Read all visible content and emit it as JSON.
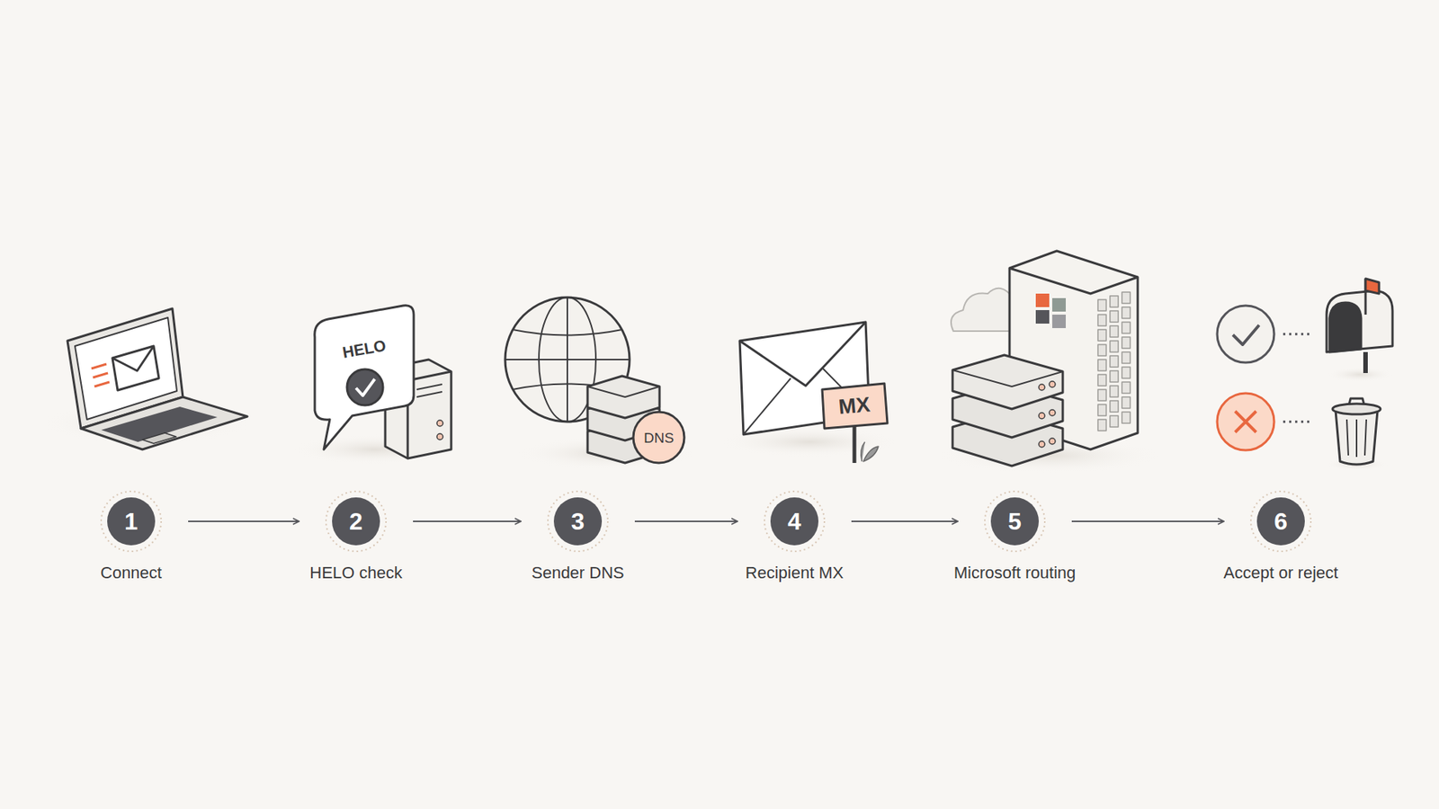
{
  "diagram": {
    "nodes": [
      {
        "text": [
          "1",
          "Connect"
        ]
      },
      {
        "text": [
          "2",
          "HELO check"
        ]
      },
      {
        "text": [
          "3",
          "Sender DNS"
        ]
      },
      {
        "text": [
          "4",
          "Recipient MX"
        ]
      },
      {
        "text": [
          "5",
          "Microsoft routing"
        ]
      },
      {
        "text": [
          "6",
          "Accept or reject"
        ]
      }
    ],
    "edges": [
      {
        "from": 0,
        "to": 1,
        "arrow": "to"
      },
      {
        "from": 1,
        "to": 2,
        "arrow": "to"
      },
      {
        "from": 2,
        "to": 3,
        "arrow": "to"
      },
      {
        "from": 3,
        "to": 4,
        "arrow": "to"
      },
      {
        "from": 4,
        "to": 5,
        "arrow": "to"
      }
    ],
    "labels": [
      "HELO",
      "DNS",
      "MX"
    ]
  }
}
